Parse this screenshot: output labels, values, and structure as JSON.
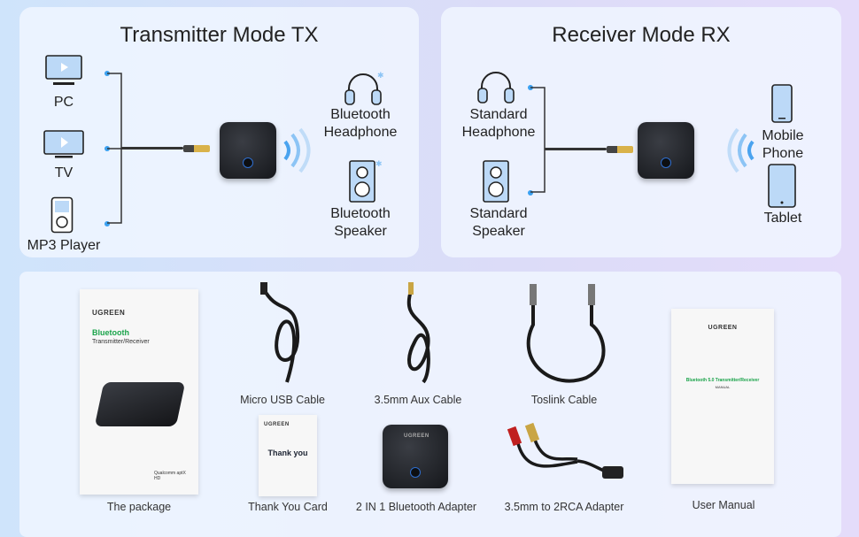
{
  "tx": {
    "title": "Transmitter Mode TX",
    "sources": [
      "PC",
      "TV",
      "MP3 Player"
    ],
    "outputs": [
      {
        "label": "Bluetooth\nHeadphone",
        "icon": "headphone-icon"
      },
      {
        "label": "Bluetooth\nSpeaker",
        "icon": "speaker-icon"
      }
    ]
  },
  "rx": {
    "title": "Receiver Mode RX",
    "outputs": [
      "Standard\nHeadphone",
      "Standard\nSpeaker"
    ],
    "sources": [
      "Mobile\nPhone",
      "Tablet"
    ]
  },
  "package": {
    "box": {
      "brand": "UGREEN",
      "title": "Bluetooth",
      "subtitle": "Transmitter/Receiver",
      "badge": "Qualcomm aptX HD",
      "caption": "The package"
    },
    "items": [
      "Micro USB Cable",
      "3.5mm Aux Cable",
      "Toslink Cable",
      "Thank You Card",
      "2 IN 1 Bluetooth Adapter",
      "3.5mm to 2RCA Adapter"
    ],
    "card": {
      "brand": "UGREEN",
      "text": "Thank you"
    },
    "adapter_brand": "UGREEN",
    "manual": {
      "brand": "UGREEN",
      "title": "Bluetooth 5.0 Transmitter/Receiver",
      "subtitle": "MANUAL",
      "caption": "User Manual"
    }
  },
  "colors": {
    "accent": "#3aa0f0",
    "brand_green": "#1aa34a"
  }
}
